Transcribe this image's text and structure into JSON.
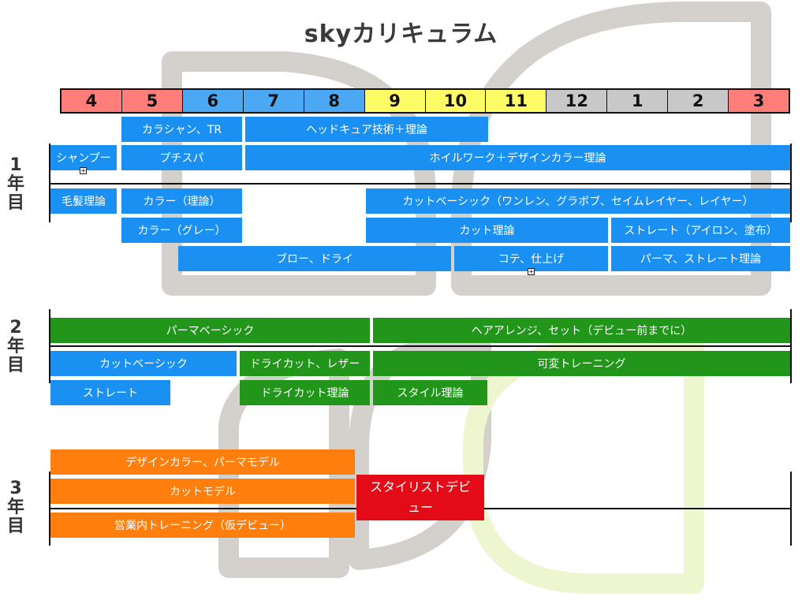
{
  "title": "skyカリキュラム",
  "months": [
    {
      "label": "4",
      "color": "#ff7e79"
    },
    {
      "label": "5",
      "color": "#ff7e79"
    },
    {
      "label": "6",
      "color": "#4aa8f5"
    },
    {
      "label": "7",
      "color": "#4aa8f5"
    },
    {
      "label": "8",
      "color": "#4aa8f5"
    },
    {
      "label": "9",
      "color": "#fffb66"
    },
    {
      "label": "10",
      "color": "#fffb66"
    },
    {
      "label": "11",
      "color": "#fffb66"
    },
    {
      "label": "12",
      "color": "#c8c8c8"
    },
    {
      "label": "1",
      "color": "#c8c8c8"
    },
    {
      "label": "2",
      "color": "#c8c8c8"
    },
    {
      "label": "3",
      "color": "#ff7e79"
    }
  ],
  "years": {
    "y1": "1年目",
    "y2": "2年目",
    "y3": "3年目"
  },
  "year1": {
    "colorshampoo_tr": "カラシャン、TR",
    "headcure": "ヘッドキュア技術＋理論",
    "shampoo": "シャンプー",
    "petitspa": "プチスパ",
    "wheelwork": "ホイルワーク＋デザインカラー理論",
    "hair_theory": "毛髪理論",
    "color_theory": "カラー（理論）",
    "cut_basic": "カットベーシック（ワンレン、グラボブ、セイムレイヤー、レイヤー）",
    "color_grey": "カラー（グレー）",
    "cut_theory": "カット理論",
    "straight_iron": "ストレート（アイロン、塗布）",
    "blow_dry": "ブロー、ドライ",
    "iron_finish": "コテ、仕上げ",
    "perm_straight_theory": "パーマ、ストレート理論"
  },
  "year2": {
    "perm_basic": "パーマベーシック",
    "hair_arrange": "ヘアアレンジ、セット（デビュー前までに）",
    "cut_basic": "カットベーシック",
    "dry_cut_razor": "ドライカット、レザー",
    "variable_training": "可変トレーニング",
    "straight": "ストレート",
    "dry_cut_theory": "ドライカット理論",
    "style_theory": "スタイル理論"
  },
  "year3": {
    "design_color_perm_model": "デザインカラー、パーマモデル",
    "cut_model": "カットモデル",
    "business_training": "営業内トレーニング（仮デビュー）",
    "stylist_debut": "スタイリストデビュー"
  },
  "colors": {
    "blue": "#1a90f2",
    "green": "#21961b",
    "orange": "#ff7f0e",
    "red": "#e40b18"
  }
}
